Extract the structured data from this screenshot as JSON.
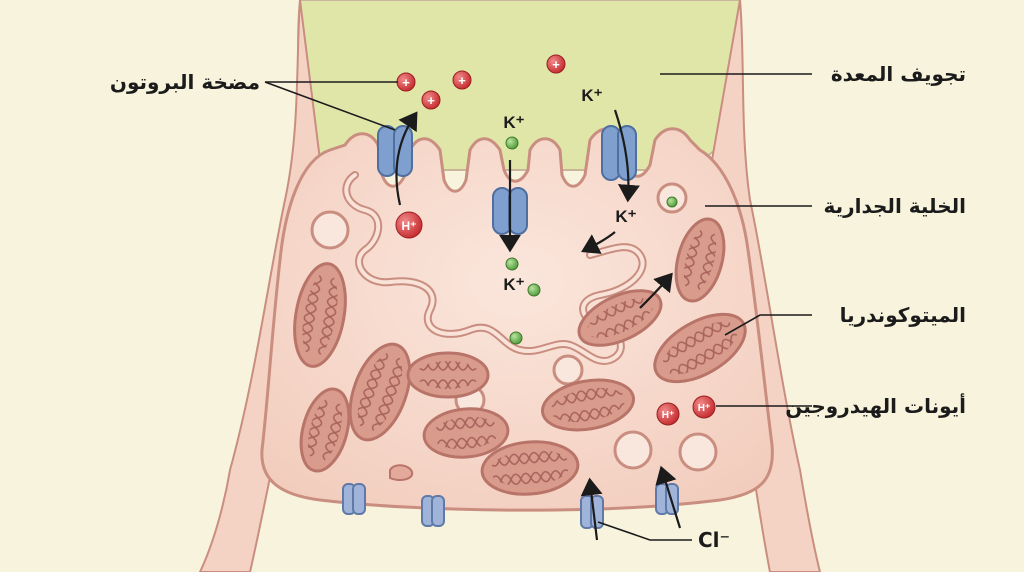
{
  "labels": {
    "proton_pump": "مضخة البروتون",
    "stomach_lumen": "تجويف المعدة",
    "parietal_cell": "الخلية الجدارية",
    "mitochondria": "الميتوكوندريا",
    "hydrogen_ions": "أيونات الهيدروجين",
    "chloride": "Cl⁻"
  },
  "ions": {
    "potassium": "K⁺",
    "hydrogen": "H⁺",
    "plus": "+"
  },
  "colors": {
    "background": "#f7f3dc",
    "lumen": "#dfe6a8",
    "cell_fill": "#f6d5c8",
    "cell_stroke": "#c98e80",
    "mitochondria_fill": "#d99b8c",
    "pump": "#7f9fce",
    "hydrogen_ion": "#d9373a",
    "potassium_ion": "#6bb34f"
  }
}
